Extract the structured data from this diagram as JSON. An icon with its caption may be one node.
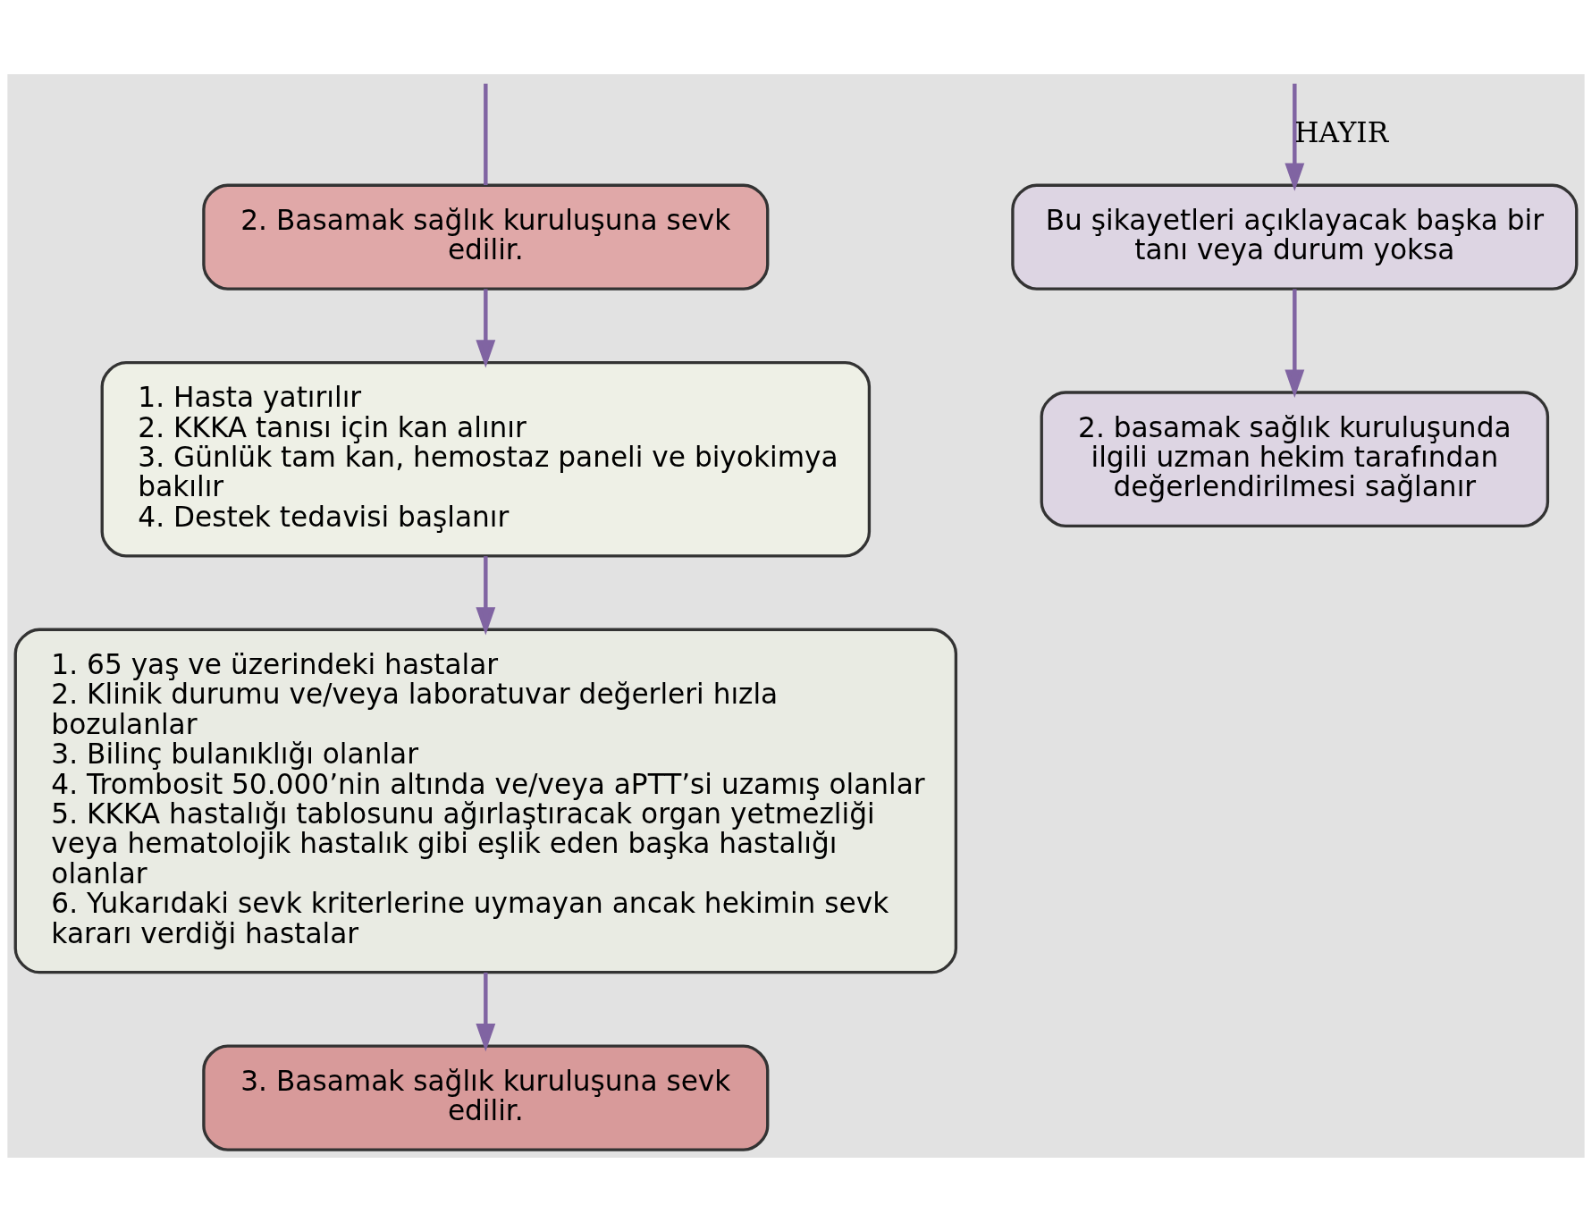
{
  "diagram": {
    "nodes": [
      {
        "text": [
          "2. Basamak sağlık kuruluşuna sevk edilir."
        ]
      },
      {
        "text": [
          "Bu şikayetleri açıklayacak başka bir tanı veya durum yoksa"
        ]
      },
      {
        "text": [
          "1. Hasta yatırılır",
          "2. KKKA tanısı için kan alınır",
          "3. Günlük tam kan, hemostaz paneli ve biyokimya bakılır",
          "4. Destek tedavisi başlanır"
        ]
      },
      {
        "text": [
          "1. 65 yaş ve üzerindeki hastalar",
          "2. Klinik durumu ve/veya laboratuvar değerleri hızla bozulanlar",
          "3. Bilinç bulanıklığı olanlar",
          "4. Trombosit 50.000’nin altında ve/veya aPTT’si uzamış olanlar",
          "5. KKKA hastalığı tablosunu ağırlaştıracak organ yetmezliği veya hematolojik hastalık gibi eşlik eden başka hastalığı olanlar",
          "6. Yukarıdaki sevk kriterlerine uymayan ancak hekimin sevk kararı verdiği hastalar"
        ]
      },
      {
        "text": [
          "3. Basamak sağlık kuruluşuna sevk edilir."
        ]
      },
      {
        "text": [
          "2. basamak sağlık kuruluşunda ilgili uzman hekim tarafından değerlendirilmesi sağlanır"
        ]
      }
    ],
    "edges": [
      {
        "from": null,
        "to": 0,
        "arrow": "none"
      },
      {
        "from": null,
        "to": 1,
        "arrow": "to",
        "label": "HAYIR"
      },
      {
        "from": 0,
        "to": 2,
        "arrow": "to"
      },
      {
        "from": 2,
        "to": 3,
        "arrow": "to"
      },
      {
        "from": 3,
        "to": 4,
        "arrow": "to"
      },
      {
        "from": 1,
        "to": 5,
        "arrow": "to"
      }
    ]
  }
}
